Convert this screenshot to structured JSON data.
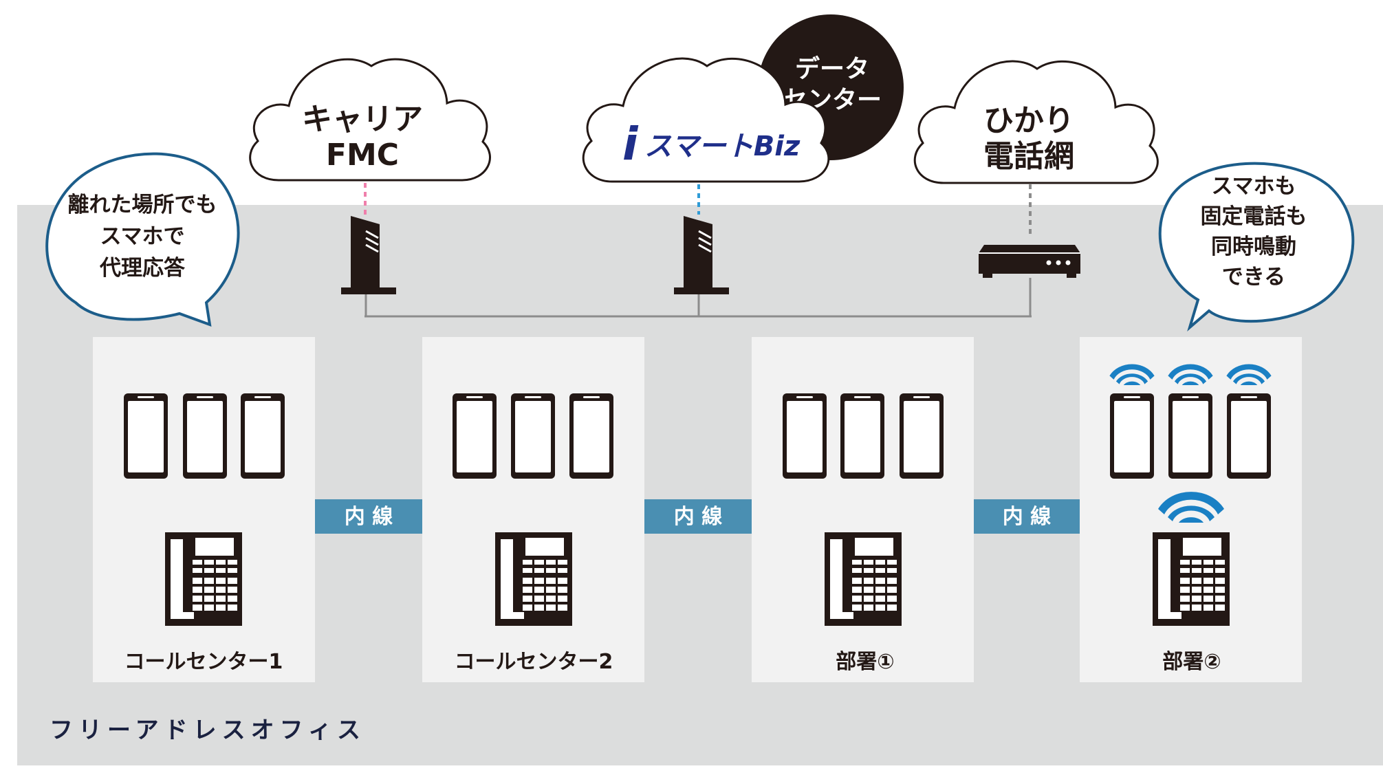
{
  "clouds": {
    "carrier": {
      "line1": "キャリア",
      "line2": "FMC"
    },
    "ismart": {
      "logo_i": "i",
      "logo_text": "スマートBiz"
    },
    "datacenter": {
      "line1": "データ",
      "line2": "センター"
    },
    "hikari": {
      "line1": "ひかり",
      "line2": "電話網"
    }
  },
  "bubbles": {
    "left": {
      "line1": "離れた場所でも",
      "line2": "スマホで",
      "line3": "代理応答"
    },
    "right": {
      "line1": "スマホも",
      "line2": "固定電話も",
      "line3": "同時鳴動",
      "line4": "できる"
    }
  },
  "rooms": [
    {
      "label": "コールセンター1"
    },
    {
      "label": "コールセンター2"
    },
    {
      "label": "部署①"
    },
    {
      "label": "部署②"
    }
  ],
  "extension_label": "内 線",
  "office_label": "フリーアドレスオフィス",
  "colors": {
    "office_bg": "#dcdddd",
    "room_bg": "#f2f2f2",
    "device": "#231815",
    "extension_bar": "#4a8fb2",
    "wifi": "#1a80c4",
    "link_pink": "#ef7fab",
    "link_blue": "#2f9bd6",
    "link_gray": "#8c8c8c"
  }
}
